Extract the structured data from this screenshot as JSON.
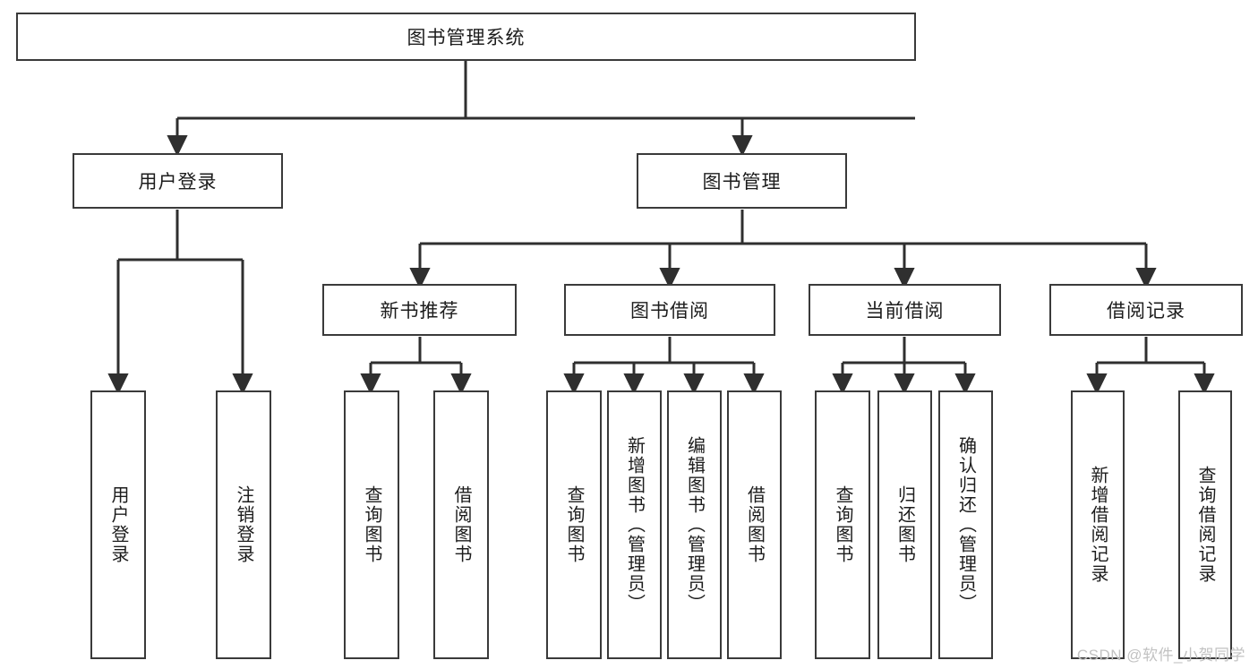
{
  "diagram": {
    "title": "图书管理系统",
    "type": "tree-hierarchy",
    "colors": {
      "box_border": "#3a3a3a",
      "box_fill": "#ffffff",
      "edge": "#2f2f2f",
      "text": "#1c1c1c",
      "watermark": "#c2c2c2",
      "background": "#ffffff"
    },
    "root": {
      "label": "图书管理系统"
    },
    "level2": [
      {
        "label": "用户登录"
      },
      {
        "label": "图书管理"
      }
    ],
    "level3": [
      {
        "label": "新书推荐"
      },
      {
        "label": "图书借阅"
      },
      {
        "label": "当前借阅"
      },
      {
        "label": "借阅记录"
      }
    ],
    "leaves": {
      "user_login": [
        {
          "label": "用户登录"
        },
        {
          "label": "注销登录"
        }
      ],
      "new_book_recommend": [
        {
          "label": "查询图书"
        },
        {
          "label": "借阅图书"
        }
      ],
      "book_borrow": [
        {
          "label": "查询图书"
        },
        {
          "label": "新增图书（管理员）"
        },
        {
          "label": "编辑图书（管理员）"
        },
        {
          "label": "借阅图书"
        }
      ],
      "current_borrow": [
        {
          "label": "查询图书"
        },
        {
          "label": "归还图书"
        },
        {
          "label": "确认归还（管理员）"
        }
      ],
      "borrow_record": [
        {
          "label": "新增借阅记录"
        },
        {
          "label": "查询借阅记录"
        }
      ]
    },
    "watermark": "CSDN @软件_小贺同学"
  }
}
